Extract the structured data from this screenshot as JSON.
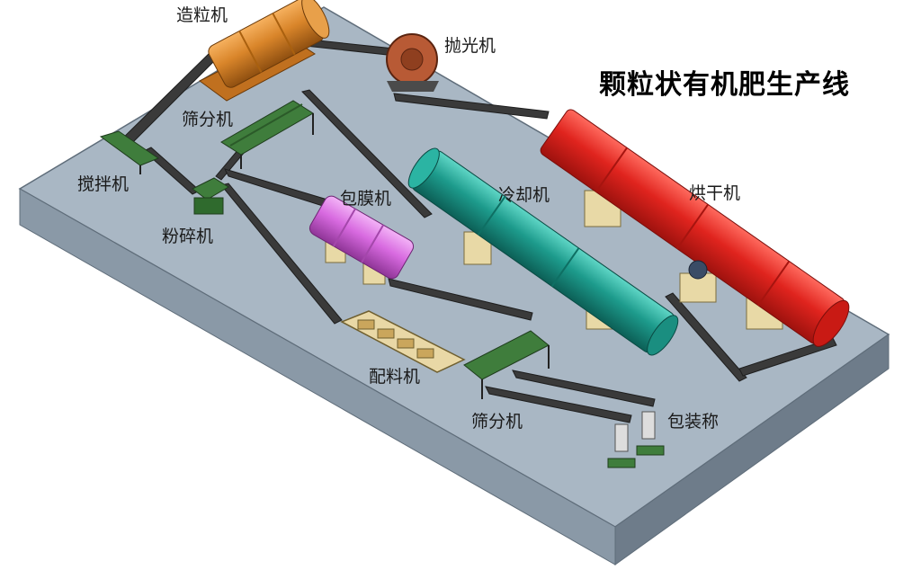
{
  "title": "颗粒状有机肥生产线",
  "labels": {
    "granulator": "造粒机",
    "polisher": "抛光机",
    "screener_top": "筛分机",
    "mixer": "搅拌机",
    "crusher": "粉碎机",
    "coater": "包膜机",
    "cooler": "冷却机",
    "dryer": "烘干机",
    "batcher": "配料机",
    "screener_bottom": "筛分机",
    "packer": "包装称"
  },
  "colors": {
    "platform_top": "#a9b7c4",
    "platform_side": "#7f8e9c",
    "granulator": "#d9852a",
    "polisher": "#b85a35",
    "coater": "#d86ae0",
    "cooler": "#1d9b8c",
    "dryer": "#e0241e",
    "machine_green": "#3f7d3c",
    "conveyor": "#3a3a3a",
    "support": "#e8d9a6"
  }
}
